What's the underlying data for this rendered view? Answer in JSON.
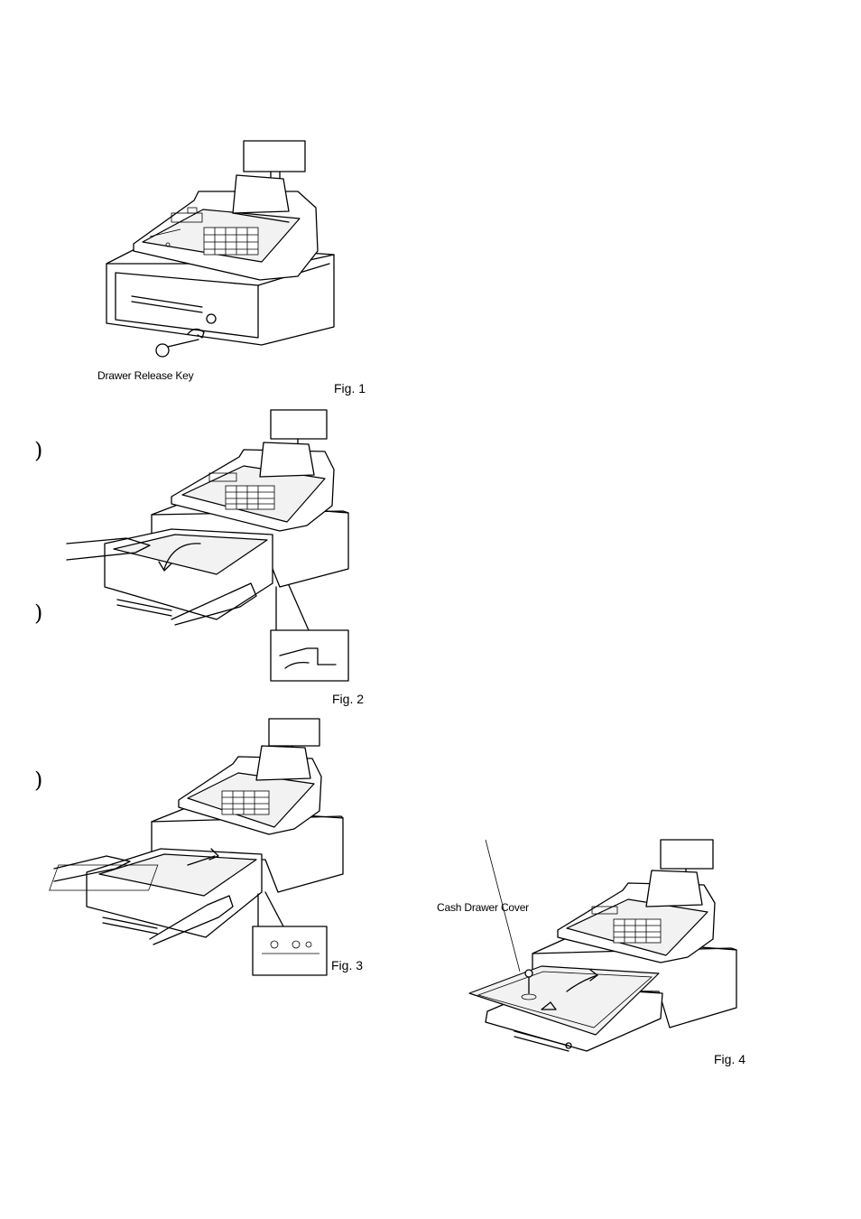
{
  "figures": [
    {
      "caption": "Fig. 1",
      "label": "Drawer Release Key"
    },
    {
      "caption": "Fig. 2"
    },
    {
      "caption": "Fig. 3"
    },
    {
      "caption": "Fig. 4",
      "label": "Cash Drawer Cover"
    }
  ],
  "margin_marks": [
    ")",
    ")",
    ")"
  ]
}
